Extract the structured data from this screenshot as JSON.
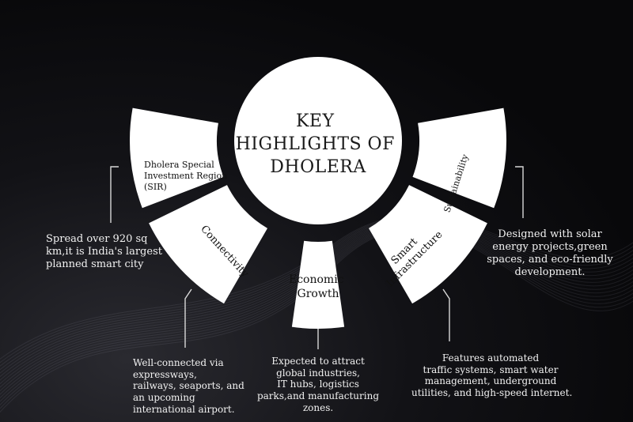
{
  "hub": {
    "lines": [
      "KEY",
      "HIGHLIGHTS OF",
      "DHOLERA"
    ]
  },
  "segments": [
    {
      "id": "sir",
      "lines": [
        "Dholera Special",
        "Investment Region",
        "(SIR)"
      ]
    },
    {
      "id": "connectivity",
      "lines": [
        "Connectivity"
      ]
    },
    {
      "id": "economic-growth",
      "lines": [
        "Economic",
        "Growth"
      ]
    },
    {
      "id": "smart-infrastructure",
      "lines": [
        "Smart",
        "Infrastructure"
      ]
    },
    {
      "id": "sustainability",
      "lines": [
        "Sustainability"
      ]
    }
  ],
  "descriptions": {
    "sir": [
      "Spread over 920 sq",
      "km,it is India's largest",
      "planned smart city"
    ],
    "connectivity": [
      "Well-connected via",
      "expressways,",
      "railways, seaports, and",
      "an upcoming",
      "international airport."
    ],
    "economic_growth": [
      "Expected to attract",
      "global industries,",
      "IT hubs, logistics",
      "parks,and manufacturing",
      "zones."
    ],
    "smart_infrastructure": [
      "Features automated",
      "traffic systems, smart water",
      "management, underground",
      "utilities, and high-speed internet."
    ],
    "sustainability": [
      "Designed with solar",
      "energy projects,green",
      "spaces, and eco-friendly",
      "development."
    ]
  },
  "colors": {
    "background": "#0b0b0e",
    "segment_fill": "#ffffff",
    "text_light": "#f2f2f2",
    "text_dark": "#111111"
  }
}
